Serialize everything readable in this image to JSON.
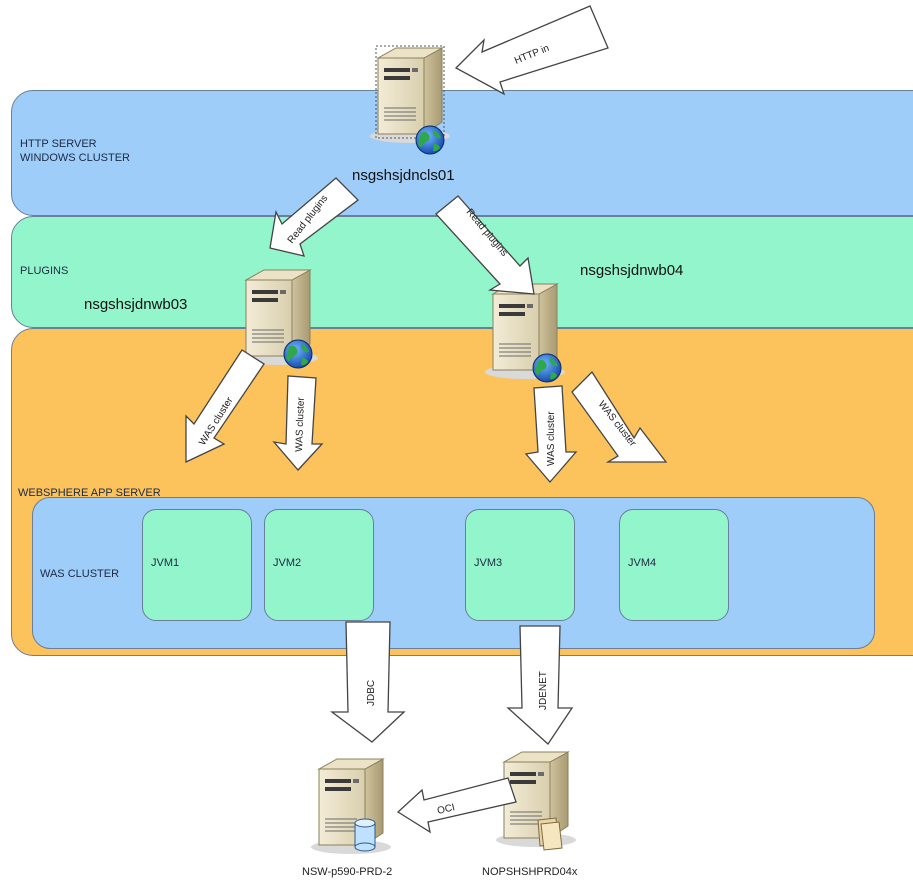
{
  "layers": {
    "http": "HTTP SERVER\nWINDOWS CLUSTER",
    "plugins": "PLUGINS",
    "websphere": "WEBSPHERE APP SERVER",
    "cluster": "WAS CLUSTER"
  },
  "hosts": {
    "http_server": "nsgshsjdncls01",
    "plugin_left": "nsgshsjdnwb03",
    "plugin_right": "nsgshsjdnwb04",
    "db_left": "NSW-p590-PRD-2",
    "db_right": "NOPSHSHPRD04x"
  },
  "jvms": [
    "JVM1",
    "JVM2",
    "JVM3",
    "JVM4"
  ],
  "arrows": {
    "http_in": "HTTP in",
    "read_plugins_left": "Read plugins",
    "read_plugins_right": "Read plugins",
    "was_cluster": "WAS cluster",
    "jdbc": "JDBC",
    "jdenet": "JDENET",
    "oci": "OCI"
  },
  "icons": {
    "server": "server-tower-icon",
    "globe": "globe-icon",
    "database": "database-cylinder-icon",
    "folder": "folder-icon"
  },
  "colors": {
    "http_layer": "#9dcdf8",
    "plugins_layer": "#93f5cb",
    "was_layer": "#fcc35d",
    "cluster": "#9dcdf8",
    "jvm": "#93f5cb"
  }
}
